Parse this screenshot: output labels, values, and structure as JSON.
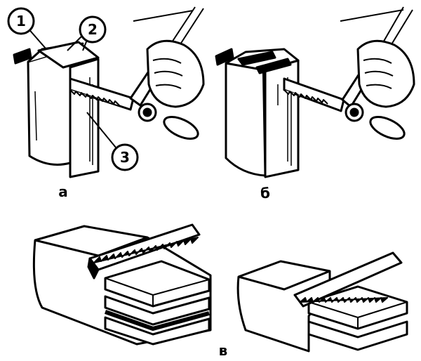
{
  "figure": {
    "panel_labels": {
      "a": "а",
      "b": "б",
      "v": "в"
    },
    "callouts": [
      "1",
      "2",
      "3"
    ]
  },
  "colors": {
    "ink": "#000000",
    "paper": "#ffffff"
  }
}
